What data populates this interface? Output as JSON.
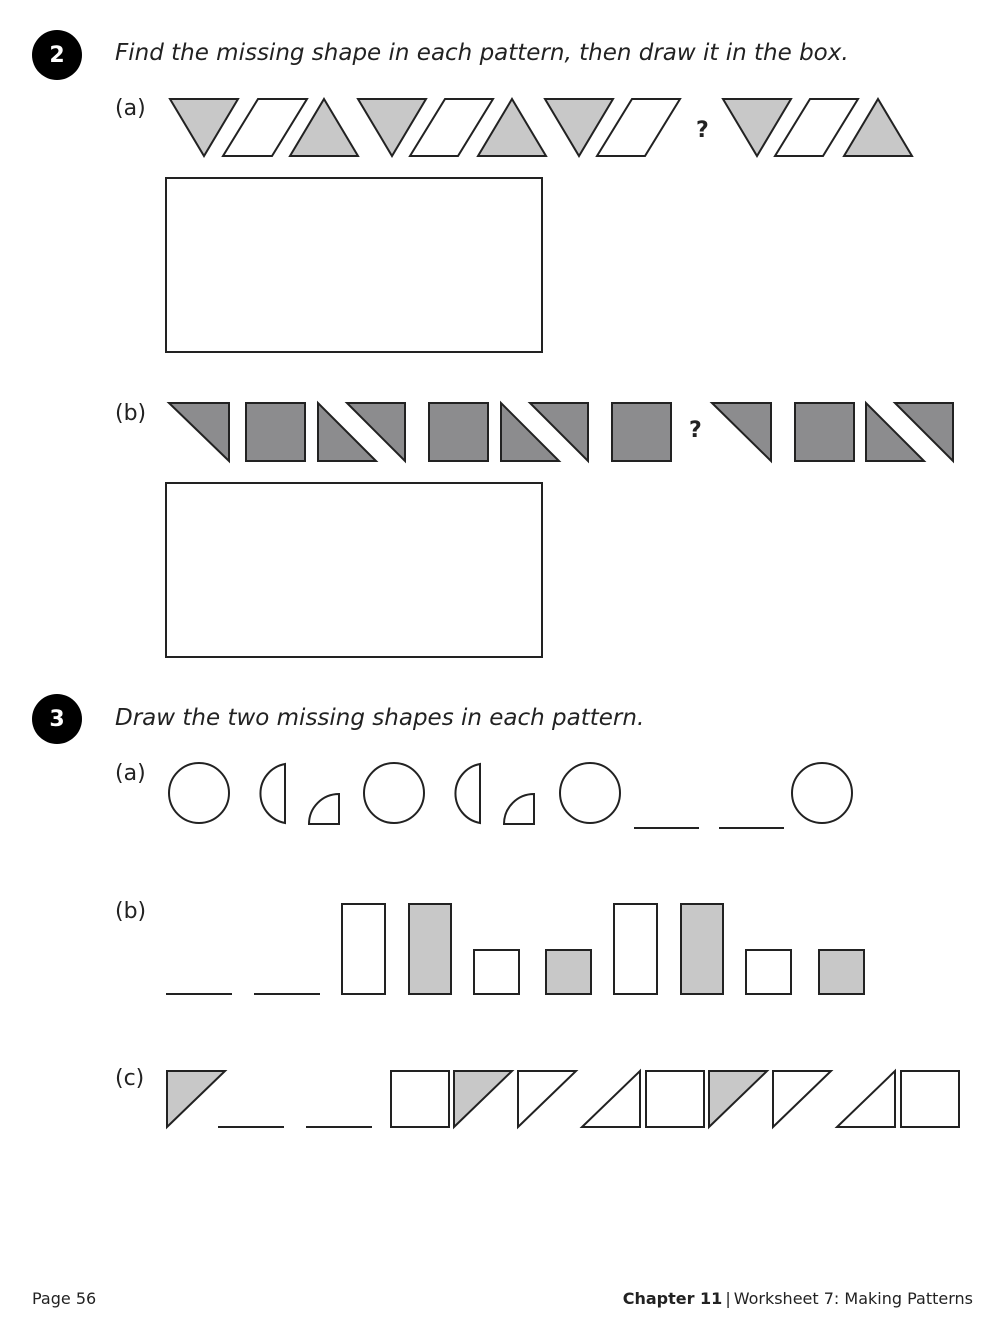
{
  "colors": {
    "light_fill": "#c8c8c8",
    "dark_fill": "#8c8c8e",
    "stroke": "#222222"
  },
  "question2": {
    "number": "2",
    "instruction": "Find the missing shape in each pattern, then draw it in the box.",
    "part_a": {
      "label": "(a)",
      "sequence": [
        "triangle-down-filled",
        "parallelogram",
        "triangle-up-filled",
        "triangle-down-filled",
        "parallelogram",
        "triangle-up-filled",
        "triangle-down-filled",
        "parallelogram",
        "?",
        "triangle-down-filled",
        "parallelogram",
        "triangle-up-filled"
      ],
      "missing_mark": "?"
    },
    "part_b": {
      "label": "(b)",
      "sequence": [
        "right-triangle-dark",
        "square-dark",
        "split-square-dark",
        "square-dark",
        "split-square-dark",
        "square-dark",
        "?",
        "right-triangle-dark",
        "square-dark",
        "split-square-dark"
      ],
      "missing_mark": "?"
    }
  },
  "question3": {
    "number": "3",
    "instruction": "Draw the two missing shapes in each pattern.",
    "part_a": {
      "label": "(a)",
      "sequence": [
        "circle",
        "half-circle",
        "quarter-circle",
        "circle",
        "half-circle",
        "quarter-circle",
        "circle",
        "blank",
        "blank",
        "circle"
      ]
    },
    "part_b": {
      "label": "(b)",
      "sequence": [
        "blank",
        "blank",
        "tall-rect-outline",
        "tall-rect-shaded",
        "square-outline",
        "square-shaded",
        "tall-rect-outline",
        "tall-rect-shaded",
        "square-outline",
        "square-shaded"
      ]
    },
    "part_c": {
      "label": "(c)",
      "sequence": [
        "triangle-shaded",
        "blank",
        "blank",
        "square-outline",
        "triangle-shaded",
        "triangle-outline",
        "triangle-outline-right",
        "square-outline",
        "triangle-shaded",
        "triangle-outline",
        "triangle-outline-right",
        "square-outline"
      ]
    }
  },
  "footer": {
    "page": "Page 56",
    "chapter": "Chapter 11",
    "separator": "|",
    "worksheet": "Worksheet 7: Making Patterns"
  }
}
